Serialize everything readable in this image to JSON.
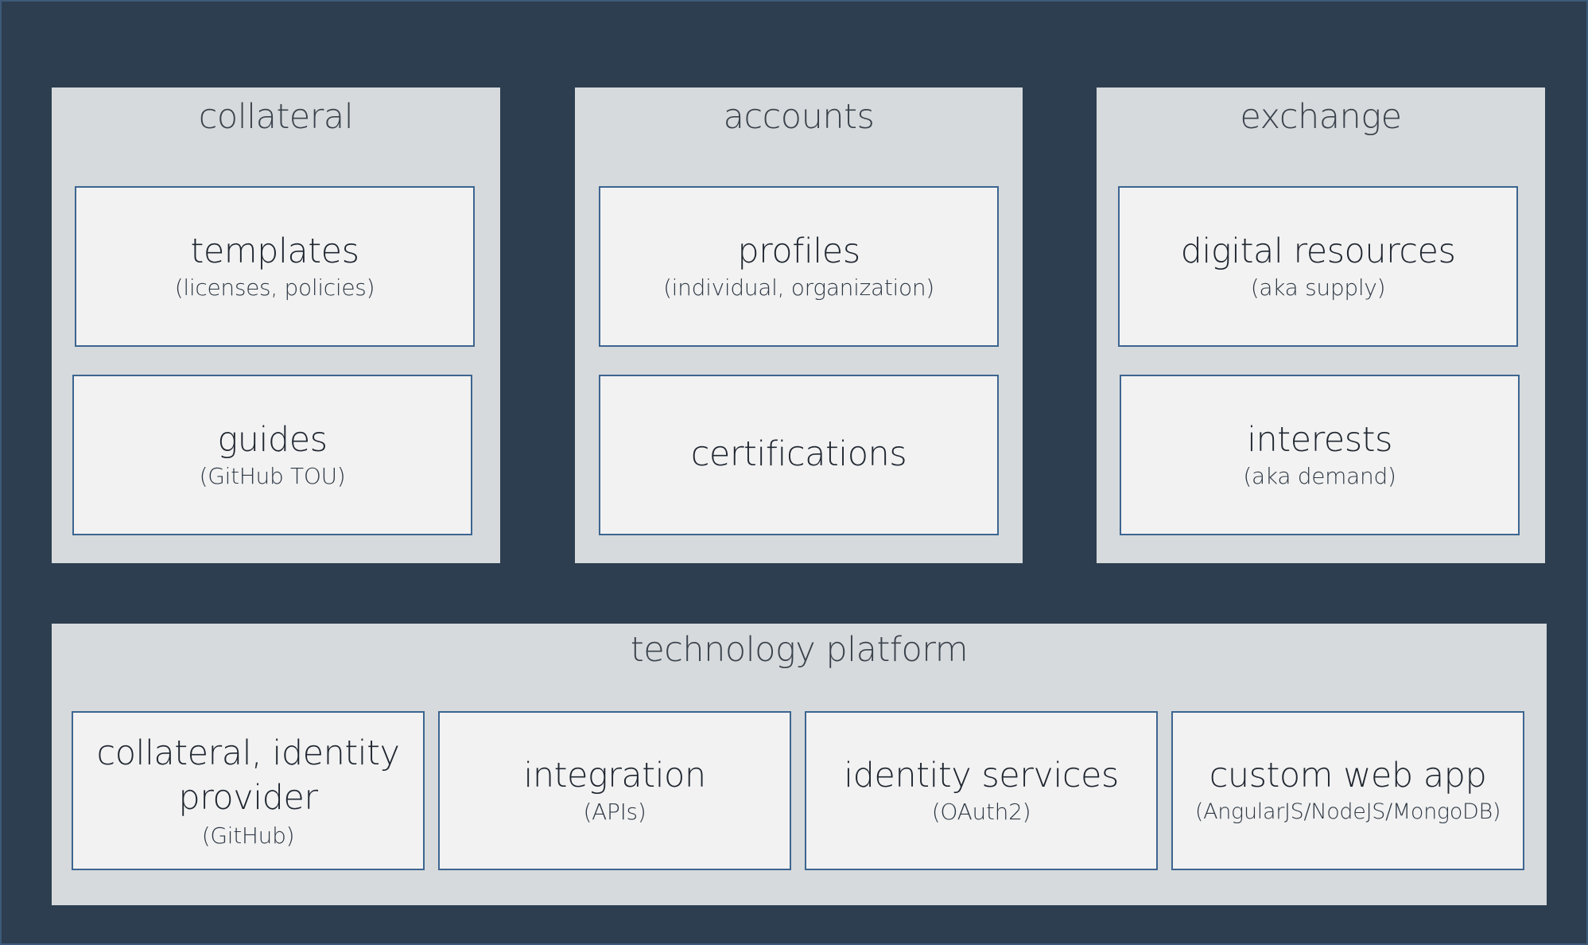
{
  "sections": [
    {
      "title": "collateral",
      "boxes": [
        {
          "title": "templates",
          "subtitle": "(licenses, policies)"
        },
        {
          "title": "guides",
          "subtitle": "(GitHub TOU)"
        }
      ]
    },
    {
      "title": "accounts",
      "boxes": [
        {
          "title": "profiles",
          "subtitle": "(individual, organization)"
        },
        {
          "title": "certifications",
          "subtitle": ""
        }
      ]
    },
    {
      "title": "exchange",
      "boxes": [
        {
          "title": "digital resources",
          "subtitle": "(aka supply)"
        },
        {
          "title": "interests",
          "subtitle": "(aka demand)"
        }
      ]
    }
  ],
  "platform": {
    "title": "technology platform",
    "boxes": [
      {
        "title": "collateral, identity provider",
        "subtitle": "(GitHub)"
      },
      {
        "title": "integration",
        "subtitle": "(APIs)"
      },
      {
        "title": "identity services",
        "subtitle": "(OAuth2)"
      },
      {
        "title": "custom web app",
        "subtitle": "(AngularJS/NodeJS/MongoDB)"
      }
    ]
  },
  "colors": {
    "background": "#2d3e50",
    "panel": "#d6dadc",
    "box_fill": "#f2f2f2",
    "box_border": "#3d6590"
  }
}
